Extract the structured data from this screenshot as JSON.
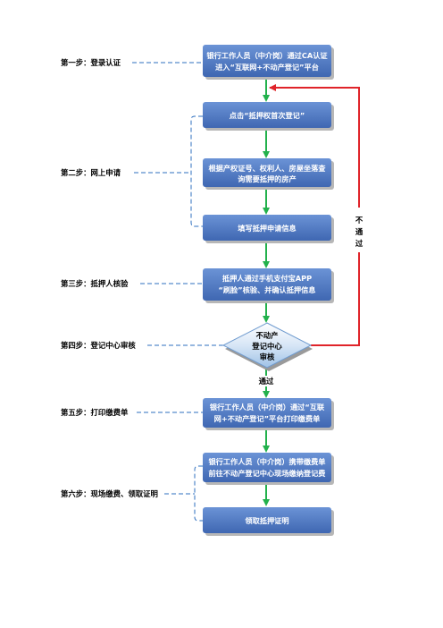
{
  "steps": {
    "s1": "第一步：登录认证",
    "s2": "第二步：网上申请",
    "s3": "第三步：抵押人核验",
    "s4": "第四步：登记中心审核",
    "s5": "第五步：打印缴费单",
    "s6": "第六步：现场缴费、领取证明"
  },
  "boxes": {
    "b1": [
      "银行工作人员（中介岗）通过CA认证",
      "进入“互联网+不动产登记”平台"
    ],
    "b2": [
      "点击“抵押权首次登记”"
    ],
    "b3": [
      "根据产权证号、权利人、房屋坐落查",
      "询需要抵押的房产"
    ],
    "b4": [
      "填写抵押申请信息"
    ],
    "b5": [
      "抵押人通过手机支付宝APP",
      "“刷脸”核验、并确认抵押信息"
    ],
    "b6": [
      "银行工作人员（中介岗）通过“互联",
      "网+不动产登记”平台打印缴费单"
    ],
    "b7": [
      "银行工作人员（中介岗）携带缴费单",
      "前往不动产登记中心现场缴纳登记费"
    ],
    "b8": [
      "领取抵押证明"
    ]
  },
  "decision": [
    "不动产",
    "登记中心",
    "审核"
  ],
  "labels": {
    "pass": "通过",
    "fail": [
      "不",
      "通",
      "过"
    ]
  },
  "colors": {
    "box_fill": "#4f7ac4",
    "box_shadow": "#b7b7b7",
    "step_line": "#2e6fbf",
    "arrow_green": "#22b14c",
    "arrow_red": "#e0242a"
  }
}
